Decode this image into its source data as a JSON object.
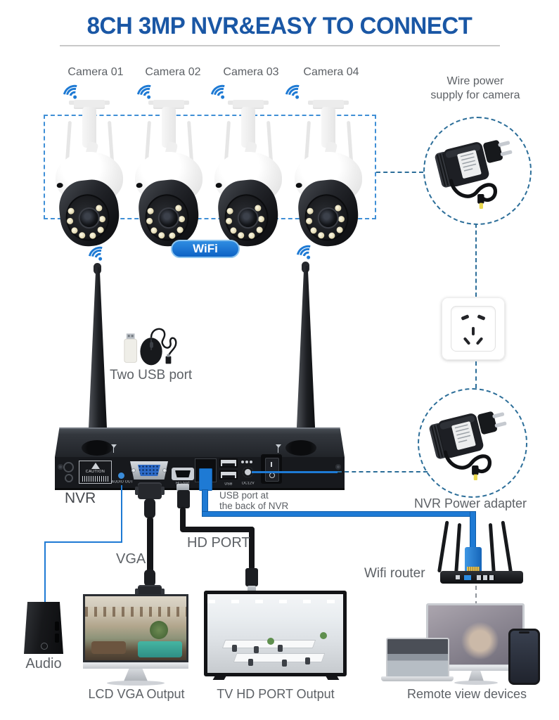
{
  "title": "8CH 3MP NVR&EASY TO CONNECT",
  "cameras": {
    "labels": [
      "Camera 01",
      "Camera 02",
      "Camera 03",
      "Camera 04"
    ]
  },
  "annotations": {
    "wire_power_line1": "Wire power",
    "wire_power_line2": "supply for camera",
    "wifi_badge": "WiFi",
    "two_usb_port": "Two USB port",
    "nvr": "NVR",
    "usb_back_line1": "USB port at",
    "usb_back_line2": "the back of NVR",
    "nvr_power_adapter": "NVR Power adapter",
    "audio": "Audio",
    "vga": "VGA",
    "hd_port": "HD PORT",
    "lcd_vga_output": "LCD VGA Output",
    "tv_hd_port_output": "TV HD PORT Output",
    "wifi_router": "Wifi router",
    "remote_view_devices": "Remote view devices"
  },
  "nvr_panel": {
    "caution": "CAUTION",
    "audio_out": "AUDIO OUT",
    "hd_port": "HD-port",
    "usb": "USB",
    "dc12v": "DC12V"
  },
  "colors": {
    "title_blue": "#1a57a5",
    "accent_blue": "#1e7ad4",
    "dash_teal": "#2c6e99",
    "dash_blue": "#3f8fd6",
    "label_gray": "#5d6166"
  }
}
